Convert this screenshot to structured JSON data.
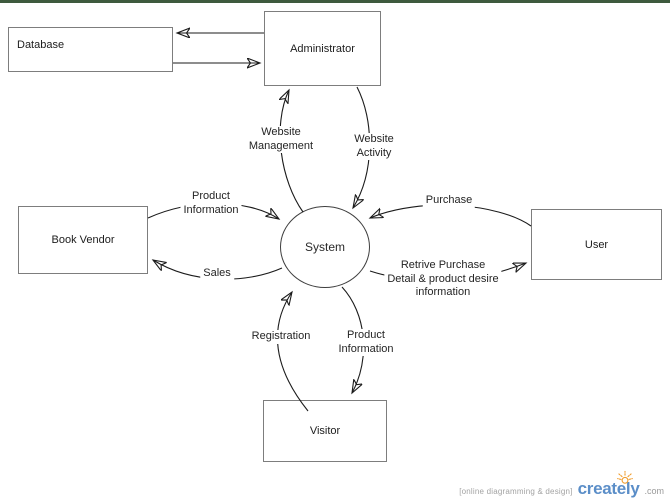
{
  "chrome": {
    "top_bar_color": "#3e5a3e"
  },
  "diagram": {
    "nodes": {
      "database": {
        "label": "Database"
      },
      "administrator": {
        "label": "Administrator"
      },
      "book_vendor": {
        "label": "Book Vendor"
      },
      "system": {
        "label": "System"
      },
      "user": {
        "label": "User"
      },
      "visitor": {
        "label": "Visitor"
      }
    },
    "edge_labels": {
      "website_management": "Website\nManagement",
      "website_activity": "Website\nActivity",
      "product_information_left": "Product\nInformation",
      "sales": "Sales",
      "purchase": "Purchase",
      "retrieve_purchase": "Retrive Purchase\nDetail & product desire\ninformation",
      "registration": "Registration",
      "product_information_bottom": "Product\nInformation"
    }
  },
  "watermark": {
    "tagline": "[online diagramming & design]",
    "brand": "creately",
    "domain_suffix": ".com",
    "brand_color": "#5b8ec8",
    "bulb_color": "#f09d2e"
  }
}
